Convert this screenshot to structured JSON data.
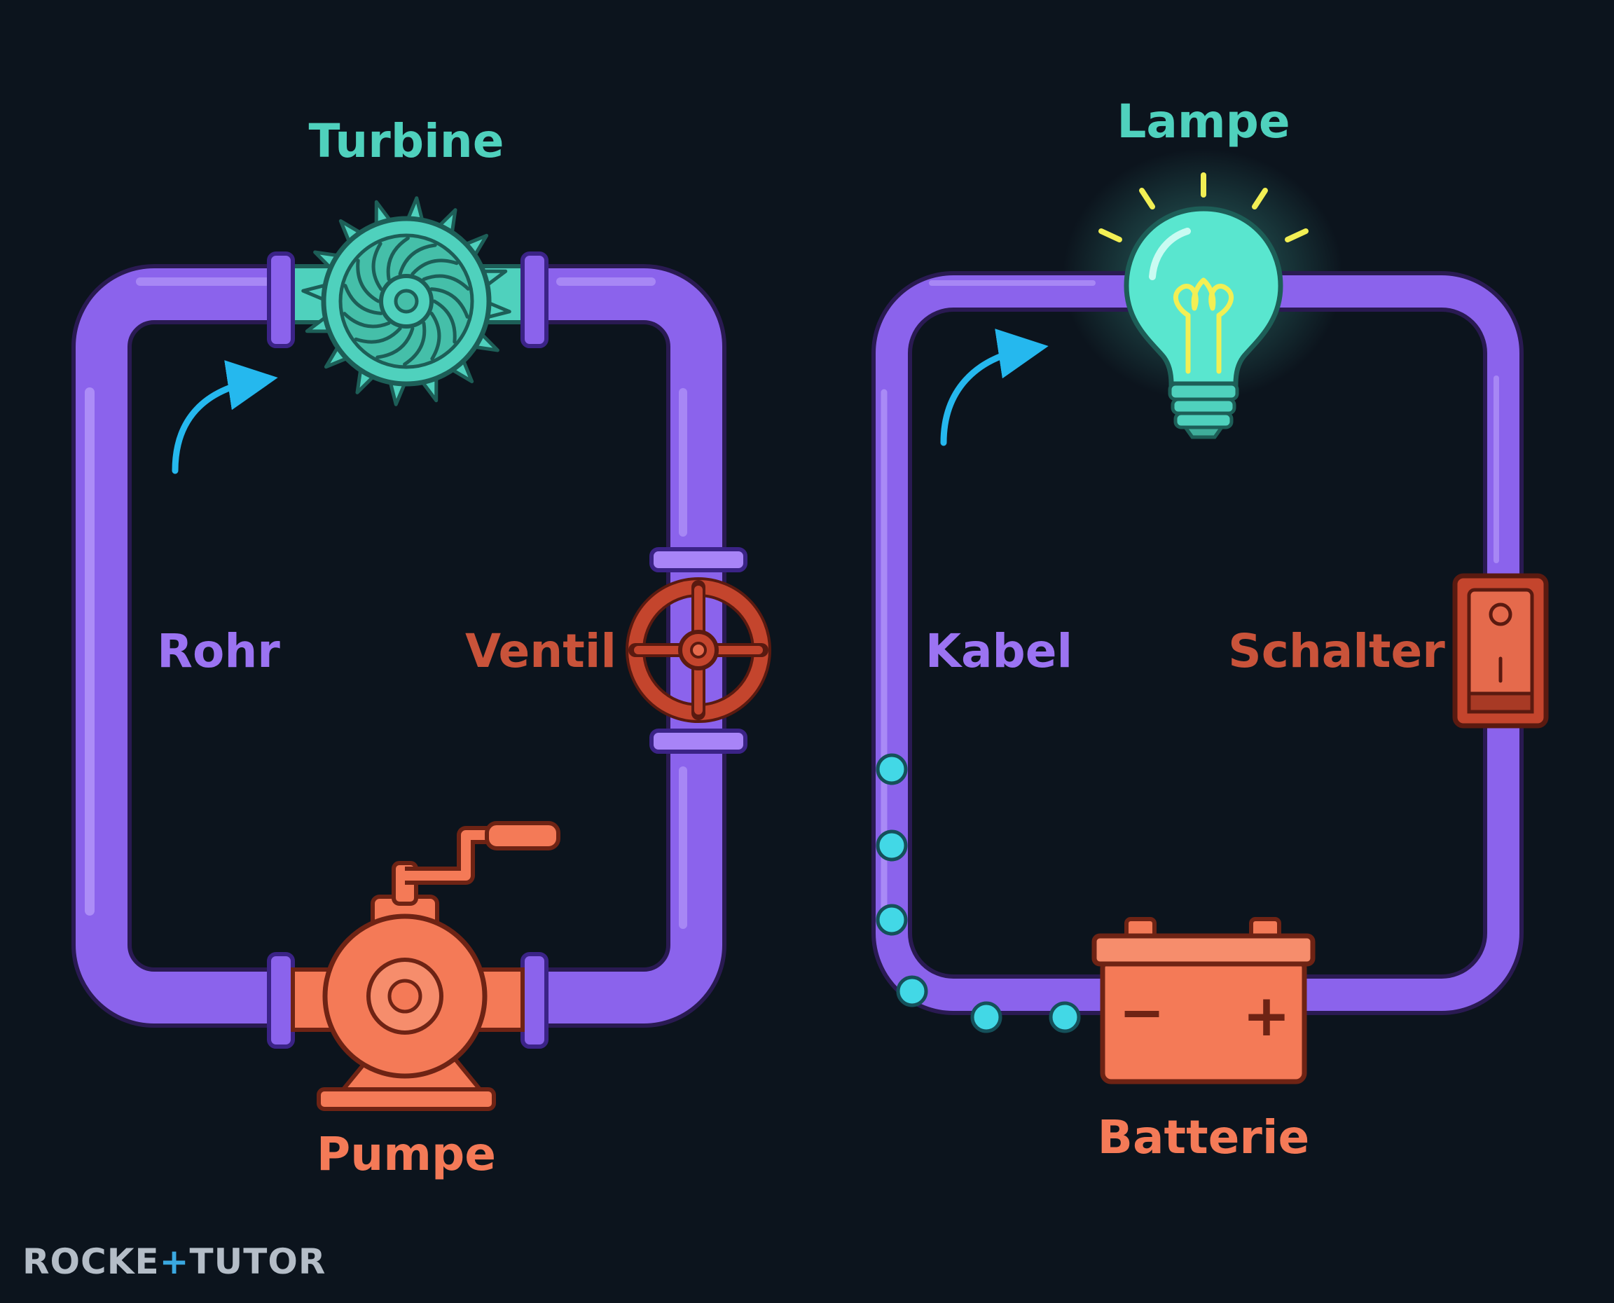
{
  "colors": {
    "background": "#0c141d",
    "pipe": "#8b63ec",
    "pipe_light": "#a884f7",
    "pipe_dark": "#5c37b8",
    "teal": "#4fd1bd",
    "orange": "#f47a57",
    "valve_red": "#c4452d",
    "arrow_blue": "#25b8ee",
    "bulb_glow": "#59e6cf",
    "filament": "#f2ef54",
    "electron": "#42d8e6"
  },
  "water_circuit": {
    "turbine": {
      "label": "Turbine",
      "icon": "turbine-icon"
    },
    "pipe": {
      "label": "Rohr",
      "icon": "pipe-icon"
    },
    "valve": {
      "label": "Ventil",
      "icon": "valve-wheel-icon"
    },
    "pump": {
      "label": "Pumpe",
      "icon": "pump-icon"
    },
    "flow_arrow": {
      "icon": "curved-arrow-icon"
    }
  },
  "electric_circuit": {
    "lamp": {
      "label": "Lampe",
      "icon": "light-bulb-icon"
    },
    "cable": {
      "label": "Kabel",
      "icon": "cable-icon"
    },
    "switch": {
      "label": "Schalter",
      "icon": "rocker-switch-icon"
    },
    "battery": {
      "label": "Batterie",
      "icon": "battery-icon",
      "minus": "−",
      "plus": "+"
    },
    "flow_arrow": {
      "icon": "curved-arrow-icon"
    },
    "electrons": {
      "icon": "electron-dot-icon",
      "count": 6
    }
  },
  "logo": {
    "left": "ROCKE",
    "plus": "+",
    "right": "TUTOR"
  }
}
